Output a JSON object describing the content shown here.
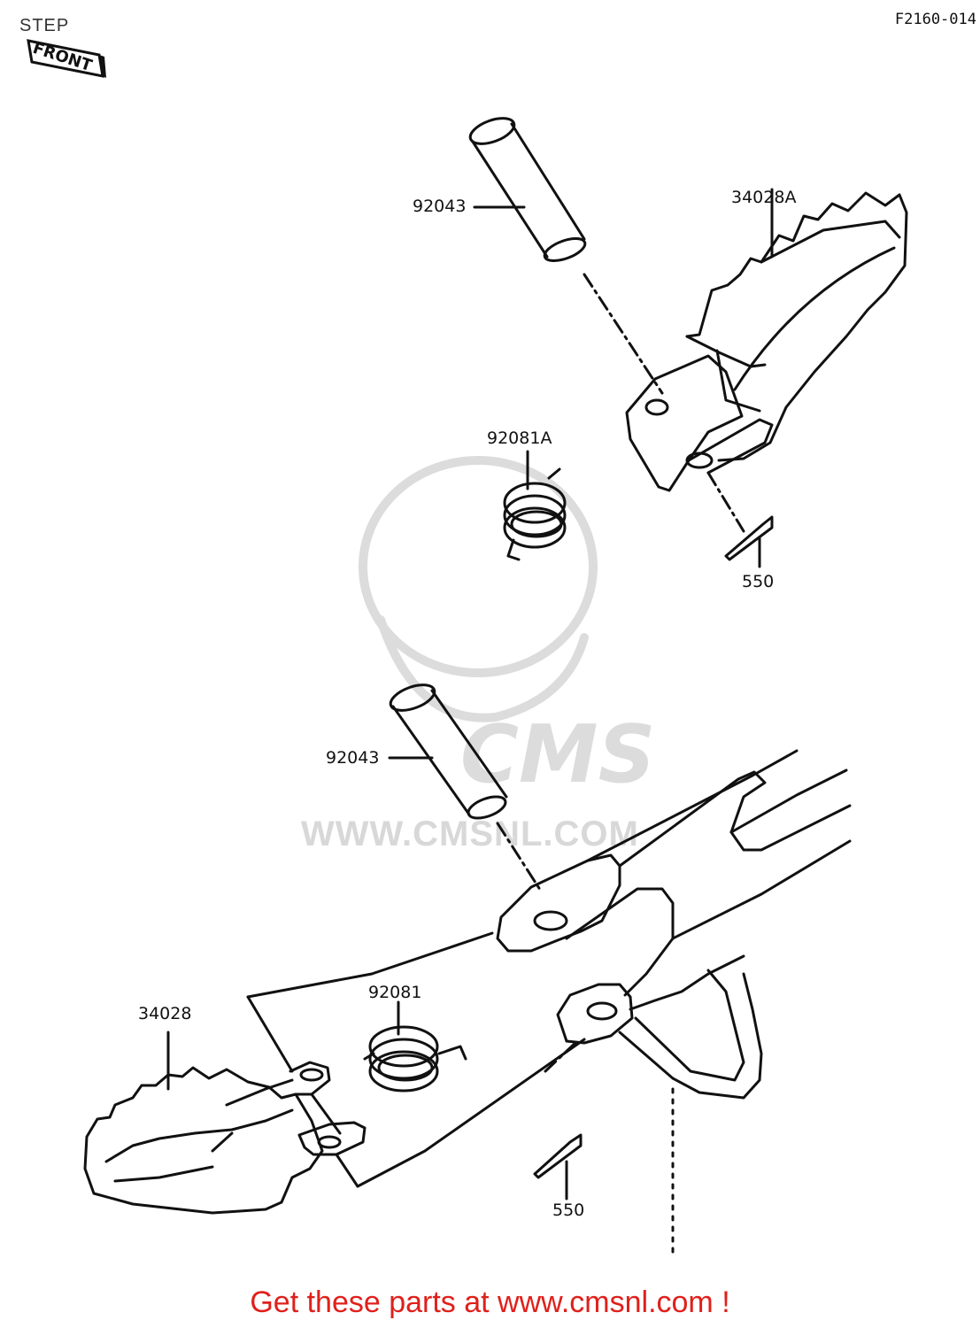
{
  "header": {
    "title": "STEP",
    "ref_code": "F2160-014",
    "front_label": "FRONT"
  },
  "parts": {
    "pin_upper": "92043",
    "footpeg_right": "34028A",
    "spring_upper": "92081A",
    "cotter_upper": "550",
    "pin_lower": "92043",
    "footpeg_left": "34028",
    "spring_lower": "92081",
    "cotter_lower": "550"
  },
  "watermark": {
    "logo": "CMS",
    "url": "WWW.CMSNL.COM"
  },
  "footer": {
    "link_text": "Get these parts at www.cmsnl.com !"
  },
  "colors": {
    "footer_text": "#e0201b",
    "watermark": "#d8d8d8",
    "line_art": "#111111"
  }
}
